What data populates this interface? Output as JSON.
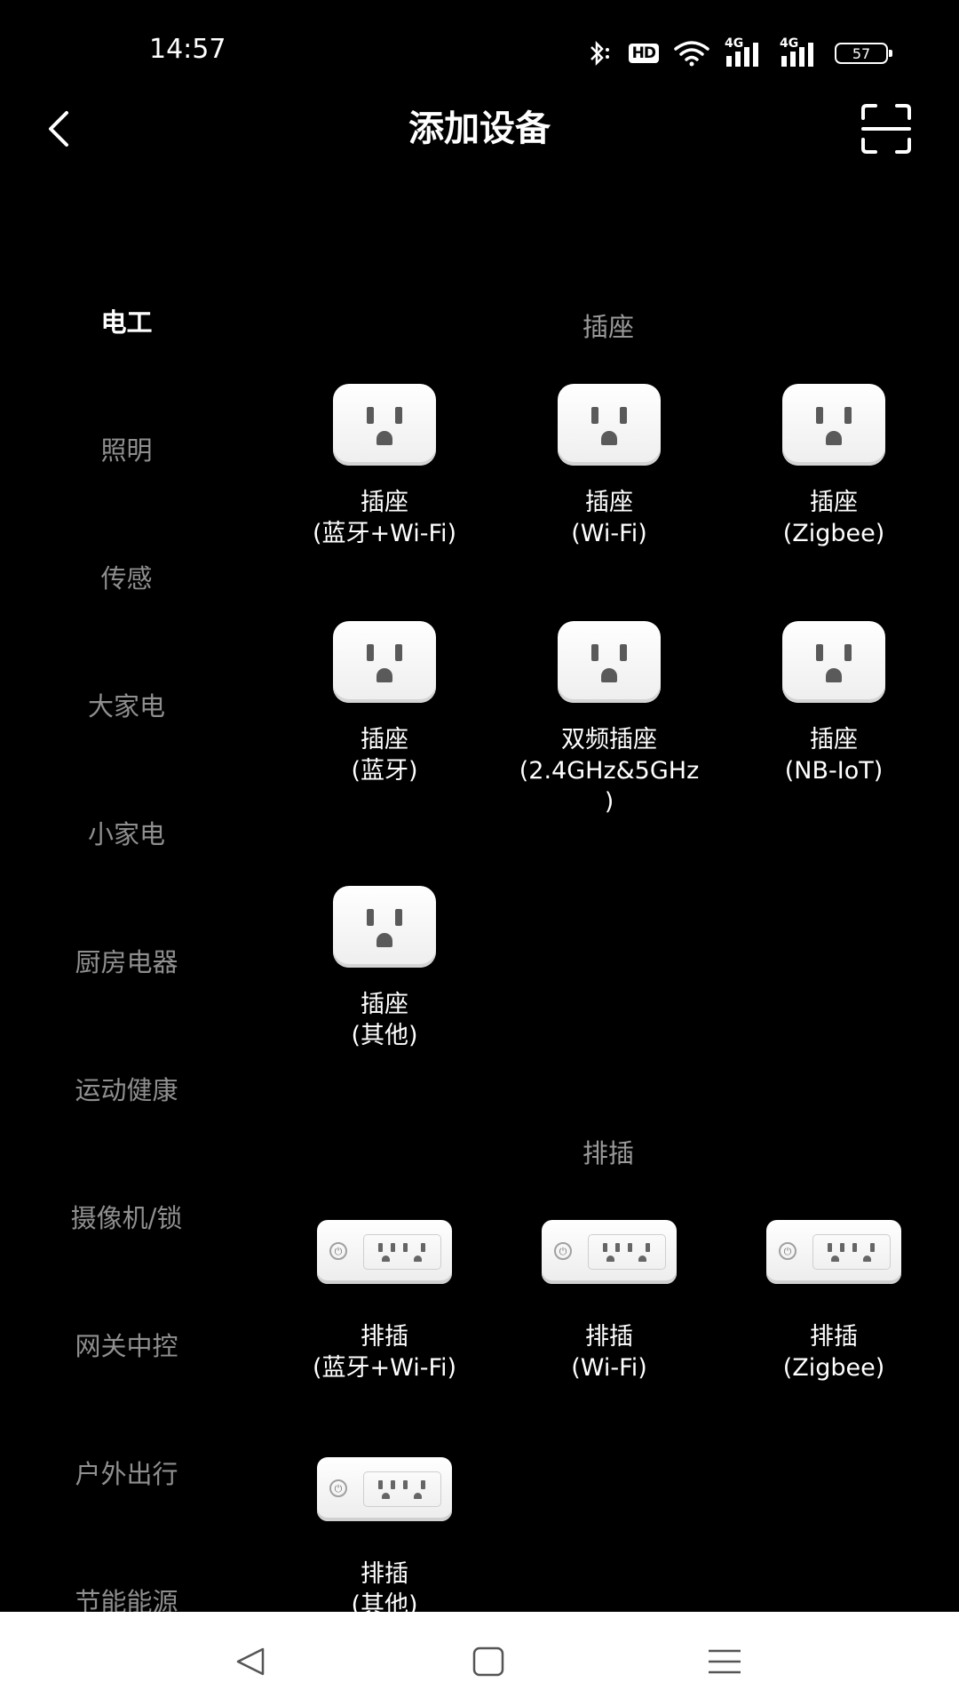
{
  "status_bar": {
    "time": "14:57",
    "hd_label": "HD",
    "network_1": "4G",
    "network_2": "4G",
    "battery": "57"
  },
  "header": {
    "title": "添加设备"
  },
  "sidebar": {
    "items": [
      {
        "label": "电工",
        "active": true
      },
      {
        "label": "照明"
      },
      {
        "label": "传感"
      },
      {
        "label": "大家电"
      },
      {
        "label": "小家电"
      },
      {
        "label": "厨房电器"
      },
      {
        "label": "运动健康"
      },
      {
        "label": "摄像机/锁"
      },
      {
        "label": "网关中控"
      },
      {
        "label": "户外出行"
      },
      {
        "label": "节能能源"
      }
    ]
  },
  "sections": [
    {
      "title": "插座",
      "devices": [
        {
          "line1": "插座",
          "line2": "(蓝牙+Wi-Fi)"
        },
        {
          "line1": "插座",
          "line2": "(Wi-Fi)"
        },
        {
          "line1": "插座",
          "line2": "(Zigbee)"
        },
        {
          "line1": "插座",
          "line2": "(蓝牙)"
        },
        {
          "line1": "双频插座",
          "line2": "(2.4GHz&5GHz",
          "line3": ")"
        },
        {
          "line1": "插座",
          "line2": "(NB-IoT)"
        },
        {
          "line1": "插座",
          "line2": "(其他)"
        }
      ]
    },
    {
      "title": "排插",
      "devices": [
        {
          "line1": "排插",
          "line2": "(蓝牙+Wi-Fi)"
        },
        {
          "line1": "排插",
          "line2": "(Wi-Fi)"
        },
        {
          "line1": "排插",
          "line2": "(Zigbee)"
        },
        {
          "line1": "排插",
          "line2": "(其他)"
        }
      ]
    }
  ]
}
